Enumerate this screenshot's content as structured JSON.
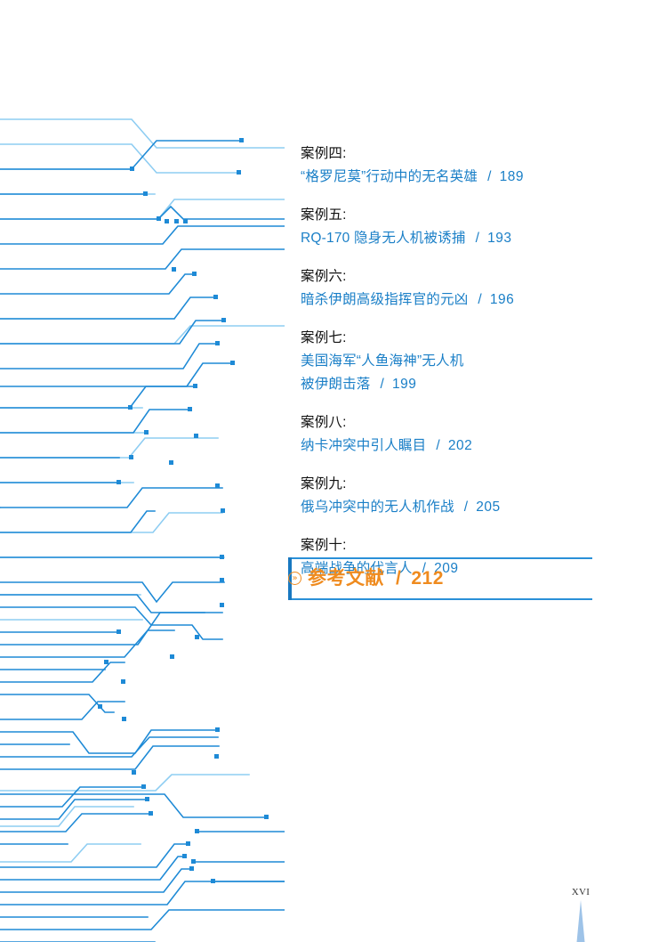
{
  "page": {
    "number": "XVI",
    "spire_color": "#9ec3e8",
    "background": "#ffffff"
  },
  "colors": {
    "title_blue": "#1a7fc7",
    "label_black": "#111111",
    "accent_orange": "#ef8b1f",
    "rule_blue": "#2a90d8",
    "bar_blue": "#1878c0",
    "circuit_dark": "#1e8ad6",
    "circuit_light": "#8ecdf2"
  },
  "toc": {
    "entries": [
      {
        "label": "案例四:",
        "title_lines": [
          "“格罗尼莫”行动中的无名英雄"
        ],
        "separator": "/",
        "page": "189"
      },
      {
        "label": "案例五:",
        "title_lines": [
          "RQ-170 隐身无人机被诱捕"
        ],
        "separator": "/",
        "page": "193"
      },
      {
        "label": "案例六:",
        "title_lines": [
          "暗杀伊朗高级指挥官的元凶"
        ],
        "separator": "/",
        "page": "196"
      },
      {
        "label": "案例七:",
        "title_lines": [
          "美国海军“人鱼海神”无人机",
          "被伊朗击落"
        ],
        "separator": "/",
        "page": "199"
      },
      {
        "label": "案例八:",
        "title_lines": [
          "纳卡冲突中引人瞩目"
        ],
        "separator": "/",
        "page": "202"
      },
      {
        "label": "案例九:",
        "title_lines": [
          "俄乌冲突中的无人机作战"
        ],
        "separator": "/",
        "page": "205"
      },
      {
        "label": "案例十:",
        "title_lines": [
          "高端战争的代言人"
        ],
        "separator": "/",
        "page": "209"
      }
    ]
  },
  "references_section": {
    "badge_icon": "double-chevron-right-icon",
    "badge_glyph": "»",
    "title": "参考文献",
    "separator": "/",
    "page": "212"
  },
  "decoration": {
    "name": "circuit-trace-pattern"
  }
}
